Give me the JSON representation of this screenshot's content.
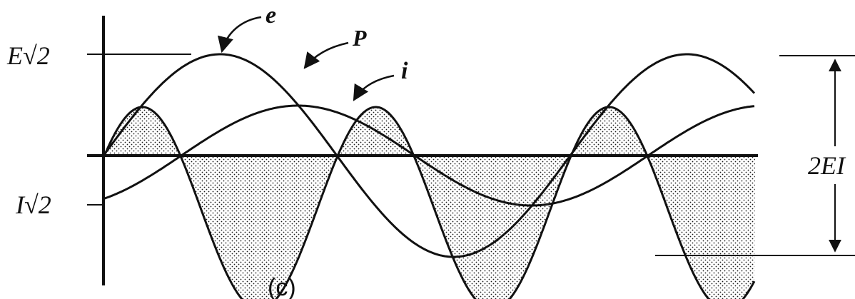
{
  "labels": {
    "e_peak": "E√2",
    "i_peak": "I√2",
    "voltage": "e",
    "power": "P",
    "current": "i",
    "power_span": "2EI",
    "caption": "(c)"
  },
  "colors": {
    "ink": "#111111",
    "shade_dot": "#1a1a1a",
    "background": "#ffffff"
  }
}
